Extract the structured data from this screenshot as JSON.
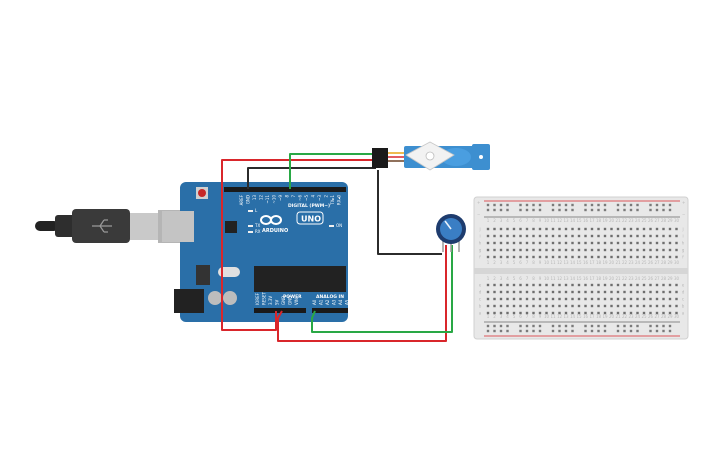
{
  "board": {
    "brand": "ARDUINO",
    "model": "UNO",
    "digital_header": "DIGITAL (PWM~)",
    "power_header": "POWER",
    "analog_header": "ANALOG IN",
    "tx_label": "TX",
    "rx_label": "RX",
    "on_label": "ON",
    "l_label": "L",
    "digital_pins": [
      "AREF",
      "GND",
      "13",
      "12",
      "~11",
      "~10",
      "~9",
      "8",
      "7",
      "~6",
      "~5",
      "4",
      "~3",
      "2",
      "TX▸1",
      "RX◂0"
    ],
    "power_pins": [
      "IOREF",
      "RESET",
      "3.3V",
      "5V",
      "GND",
      "GND",
      "VIN"
    ],
    "analog_pins": [
      "A0",
      "A1",
      "A2",
      "A3",
      "A4",
      "A5"
    ]
  },
  "breadboard": {
    "columns": [
      "1",
      "2",
      "3",
      "4",
      "5",
      "6",
      "7",
      "8",
      "9",
      "10",
      "11",
      "12",
      "13",
      "14",
      "15",
      "16",
      "17",
      "18",
      "19",
      "20",
      "21",
      "22",
      "23",
      "24",
      "25",
      "26",
      "27",
      "28",
      "29",
      "30"
    ],
    "rows_top": [
      "j",
      "i",
      "h",
      "g",
      "f"
    ],
    "rows_bottom": [
      "e",
      "d",
      "c",
      "b",
      "a"
    ],
    "plus": "+",
    "minus": "−"
  },
  "colors": {
    "board": "#2a6fa8",
    "board_dark": "#1f5a8c",
    "servo": "#3d8fd0",
    "wire_red": "#d9262b",
    "wire_black": "#2b2b2b",
    "wire_green": "#29a845",
    "breadboard": "#e8e8e8"
  },
  "components": [
    "arduino-uno",
    "usb-cable",
    "servo-motor",
    "potentiometer",
    "breadboard"
  ]
}
